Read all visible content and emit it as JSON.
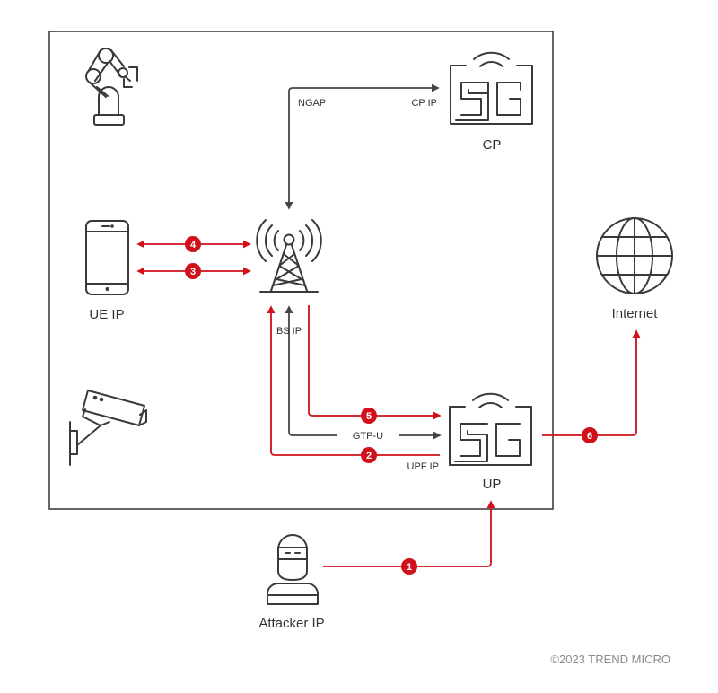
{
  "diagram": {
    "colors": {
      "attack": "#d0101b",
      "normal": "#444444",
      "frame": "#333333",
      "icon": "#3a3a3a",
      "copyright": "#8a8a8a"
    },
    "nodes": {
      "cp": {
        "label": "CP",
        "icon": "5g-core-icon"
      },
      "up": {
        "label": "UP",
        "icon": "5g-core-icon"
      },
      "ue": {
        "label": "UE IP",
        "icon": "smartphone-icon"
      },
      "base_station": {
        "icon": "cell-tower-icon"
      },
      "internet": {
        "label": "Internet",
        "icon": "globe-icon"
      },
      "attacker": {
        "label": "Attacker IP",
        "icon": "attacker-icon"
      },
      "robot": {
        "icon": "robot-arm-icon"
      },
      "camera": {
        "icon": "security-camera-icon"
      }
    },
    "edge_labels": {
      "ngap": "NGAP",
      "cp_ip": "CP IP",
      "bs_ip": "BS IP",
      "gtp_u": "GTP-U",
      "upf_ip": "UPF IP"
    },
    "steps": [
      {
        "number": "1",
        "from": "Attacker IP",
        "to": "UP"
      },
      {
        "number": "2",
        "from": "UP",
        "to": "Base station"
      },
      {
        "number": "3",
        "from": "UE",
        "to": "Base station",
        "bidirectional": true
      },
      {
        "number": "4",
        "from": "UE",
        "to": "Base station",
        "bidirectional": true
      },
      {
        "number": "5",
        "from": "Base station",
        "to": "UP"
      },
      {
        "number": "6",
        "from": "UP",
        "to": "Internet"
      }
    ],
    "copyright": "©2023 TREND MICRO"
  }
}
